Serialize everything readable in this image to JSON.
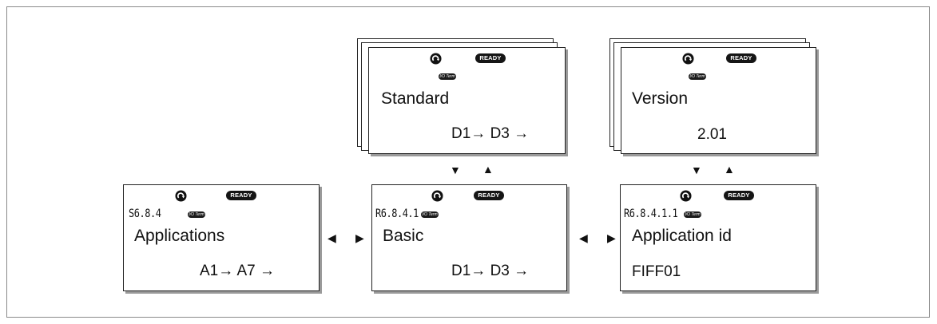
{
  "status": {
    "ready_label": "READY",
    "io_term_label": "I/O Term"
  },
  "panels": {
    "applications": {
      "code": "S6.8.4",
      "name": "Applications",
      "nav": "A1→ A7 →"
    },
    "basic": {
      "code": "R6.8.4.1",
      "name": "Basic",
      "nav": "D1→ D3 →"
    },
    "standard": {
      "name": "Standard",
      "nav": "D1→ D3 →"
    },
    "application_id": {
      "code": "R6.8.4.1.1",
      "name": "Application id",
      "value": "FIFF01"
    },
    "version": {
      "name": "Version",
      "value": "2.01"
    }
  },
  "icons": {
    "rotation": "rotation-direction-icon",
    "arrow_left": "◀",
    "arrow_right": "▶",
    "arrow_up": "▲",
    "arrow_down": "▼"
  }
}
